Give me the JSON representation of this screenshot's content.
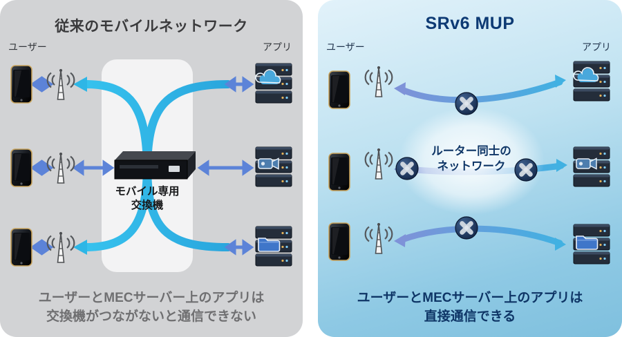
{
  "left_panel": {
    "title": "従来のモバイルネットワーク",
    "user_label": "ユーザー",
    "app_label": "アプリ",
    "switch_label_line1": "モバイル専用",
    "switch_label_line2": "交換機",
    "caption_line1": "ユーザーとMECサーバー上のアプリは",
    "caption_line2": "交換機がつながないと通信できない",
    "colors": {
      "background": "#d2d3d5",
      "band": "#f3f3f4",
      "arrow_cyan": "#2eb6e6",
      "arrow_blue": "#5c83d8",
      "title": "#3a3a3c",
      "caption": "#6f6f71"
    }
  },
  "right_panel": {
    "title": "SRv6 MUP",
    "user_label": "ユーザー",
    "app_label": "アプリ",
    "center_label_line1": "ルーター同士の",
    "center_label_line2": "ネットワーク",
    "caption_line1": "ユーザーとMECサーバー上のアプリは",
    "caption_line2": "直接通信できる",
    "colors": {
      "background_top": "#e2f2fa",
      "background_bottom": "#7fc0de",
      "arrow_gradient_start": "#7e92d8",
      "arrow_gradient_end": "#41b1e2",
      "title": "#0d3a74",
      "caption": "#0e3566"
    }
  },
  "icons": {
    "smartphone-icon": "dark rounded phone with gold frame",
    "radio-tower-icon": "lattice antenna tower with radio waves",
    "switch-icon": "black 3D network switch box",
    "server-cloud-icon": "server stack with blue cloud",
    "server-camera-icon": "server stack with video camera",
    "server-folder-icon": "server stack with blue folder",
    "router-icon": "dark circle with fan blades"
  }
}
